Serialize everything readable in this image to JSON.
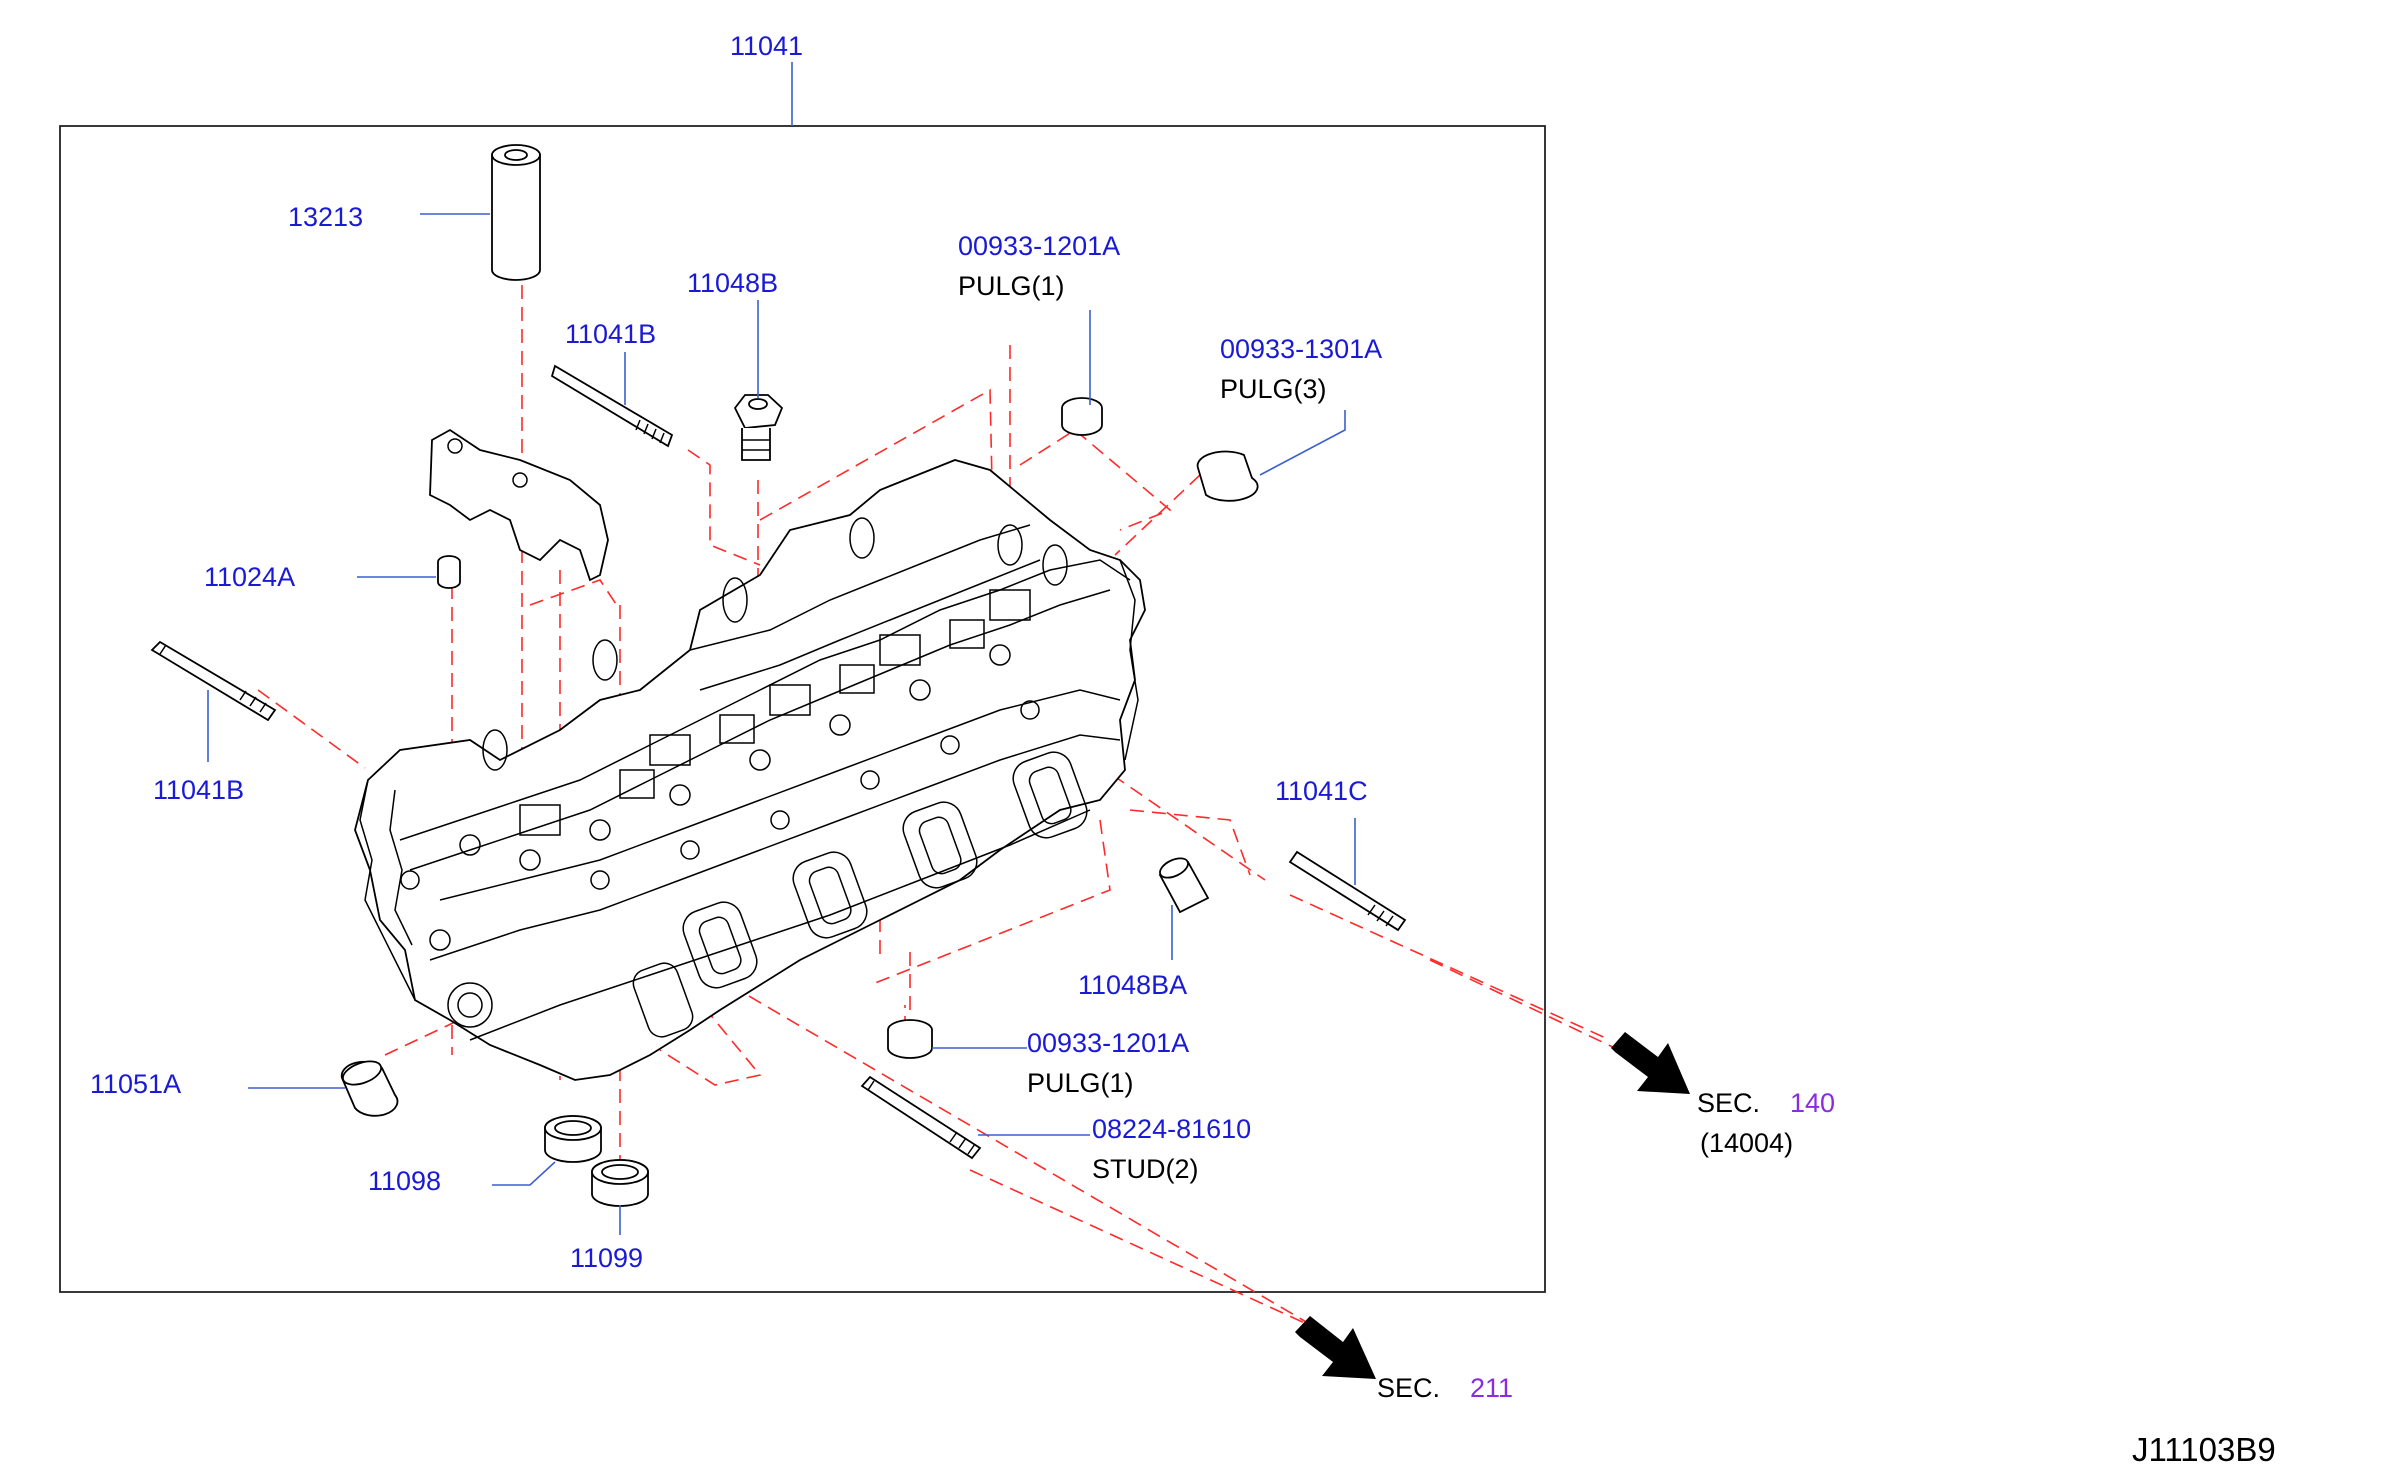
{
  "colors": {
    "part_number": "#1a1ad6",
    "leader_line": "#3b5fd0",
    "dashed_line": "#ff2a2a",
    "section_number": "#8a2be2",
    "text": "#000000"
  },
  "callouts": {
    "main_assembly": "11041",
    "p13213": "13213",
    "p11048B": "11048B",
    "p11041B_top": "11041B",
    "p00933_1201A_top": "00933-1201A",
    "p00933_1201A_top_desc": "PULG(1)",
    "p00933_1301A": "00933-1301A",
    "p00933_1301A_desc": "PULG(3)",
    "p11024A": "11024A",
    "p11041B_left": "11041B",
    "p11041C": "11041C",
    "p11048BA": "11048BA",
    "p00933_1201A_bottom": "00933-1201A",
    "p00933_1201A_bottom_desc": "PULG(1)",
    "p11051A": "11051A",
    "p08224_81610": "08224-81610",
    "p08224_81610_desc": "STUD(2)",
    "p11098": "11098",
    "p11099": "11099"
  },
  "section_refs": [
    {
      "prefix": "SEC.",
      "number": "140",
      "sub": "(14004)"
    },
    {
      "prefix": "SEC.",
      "number": "211"
    }
  ],
  "diagram_code": "J11103B9",
  "icons": [
    "arrow-right-down-icon",
    "arrow-right-down-icon"
  ]
}
